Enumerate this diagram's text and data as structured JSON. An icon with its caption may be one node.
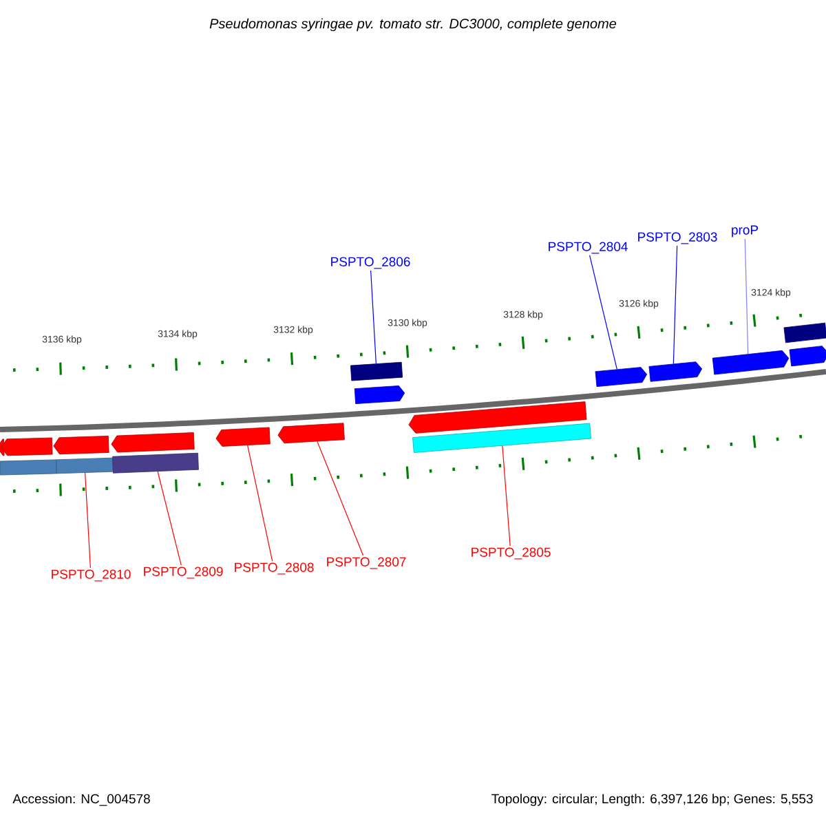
{
  "diagram": {
    "title": "Pseudomonas syringae pv. tomato str. DC3000, complete genome",
    "nodes": [
      {
        "text": [
          "PSPTO_2806"
        ]
      },
      {
        "text": [
          "PSPTO_2804"
        ]
      },
      {
        "text": [
          "PSPTO_2803"
        ]
      },
      {
        "text": [
          "proP"
        ]
      },
      {
        "text": [
          "PSPTO_2810"
        ]
      },
      {
        "text": [
          "PSPTO_2809"
        ]
      },
      {
        "text": [
          "PSPTO_2808"
        ]
      },
      {
        "text": [
          "PSPTO_2807"
        ]
      },
      {
        "text": [
          "PSPTO_2805"
        ]
      },
      {
        "text": [],
        "shape": "arrow"
      },
      {
        "text": [],
        "shape": "bar"
      },
      {
        "text": [],
        "shape": "arrow"
      },
      {
        "text": [],
        "shape": "bar"
      },
      {
        "text": [],
        "shape": "arrow"
      },
      {
        "text": [],
        "shape": "arrow"
      },
      {
        "text": [],
        "shape": "bar"
      },
      {
        "text": [],
        "shape": "arrow"
      },
      {
        "text": [],
        "shape": "arrow"
      },
      {
        "text": [],
        "shape": "bar"
      },
      {
        "text": [],
        "shape": "arrow"
      },
      {
        "text": [],
        "shape": "arrow"
      },
      {
        "text": [],
        "shape": "bar"
      },
      {
        "text": [],
        "shape": "arrow"
      },
      {
        "text": [],
        "shape": "arrow"
      },
      {
        "text": [],
        "shape": "arrow"
      },
      {
        "text": [],
        "shape": "bar"
      },
      {
        "text": [],
        "shape": "arrow"
      }
    ],
    "edges": [
      {
        "from": 0,
        "to": 18,
        "arrow": "none",
        "color": "#0000ff"
      },
      {
        "from": 1,
        "to": 22,
        "arrow": "none",
        "color": "#0000ff"
      },
      {
        "from": 2,
        "to": 23,
        "arrow": "none",
        "color": "#0000ff"
      },
      {
        "from": 3,
        "to": 24,
        "arrow": "none",
        "color": "#7f7fff"
      },
      {
        "from": 4,
        "to": 12,
        "arrow": "none"
      },
      {
        "from": 5,
        "to": 15,
        "arrow": "none"
      },
      {
        "from": 6,
        "to": 16,
        "arrow": "none"
      },
      {
        "from": 7,
        "to": 17,
        "arrow": "none"
      },
      {
        "from": 8,
        "to": 21,
        "arrow": "none"
      }
    ],
    "labels": [
      "3136 kbp",
      "3134 kbp",
      "3132 kbp",
      "3130 kbp",
      "3128 kbp",
      "3126 kbp",
      "3124 kbp",
      "Accession: NC_004578",
      "Topology: circular; Length: 6,397,126 bp; Genes: 5,553"
    ]
  }
}
